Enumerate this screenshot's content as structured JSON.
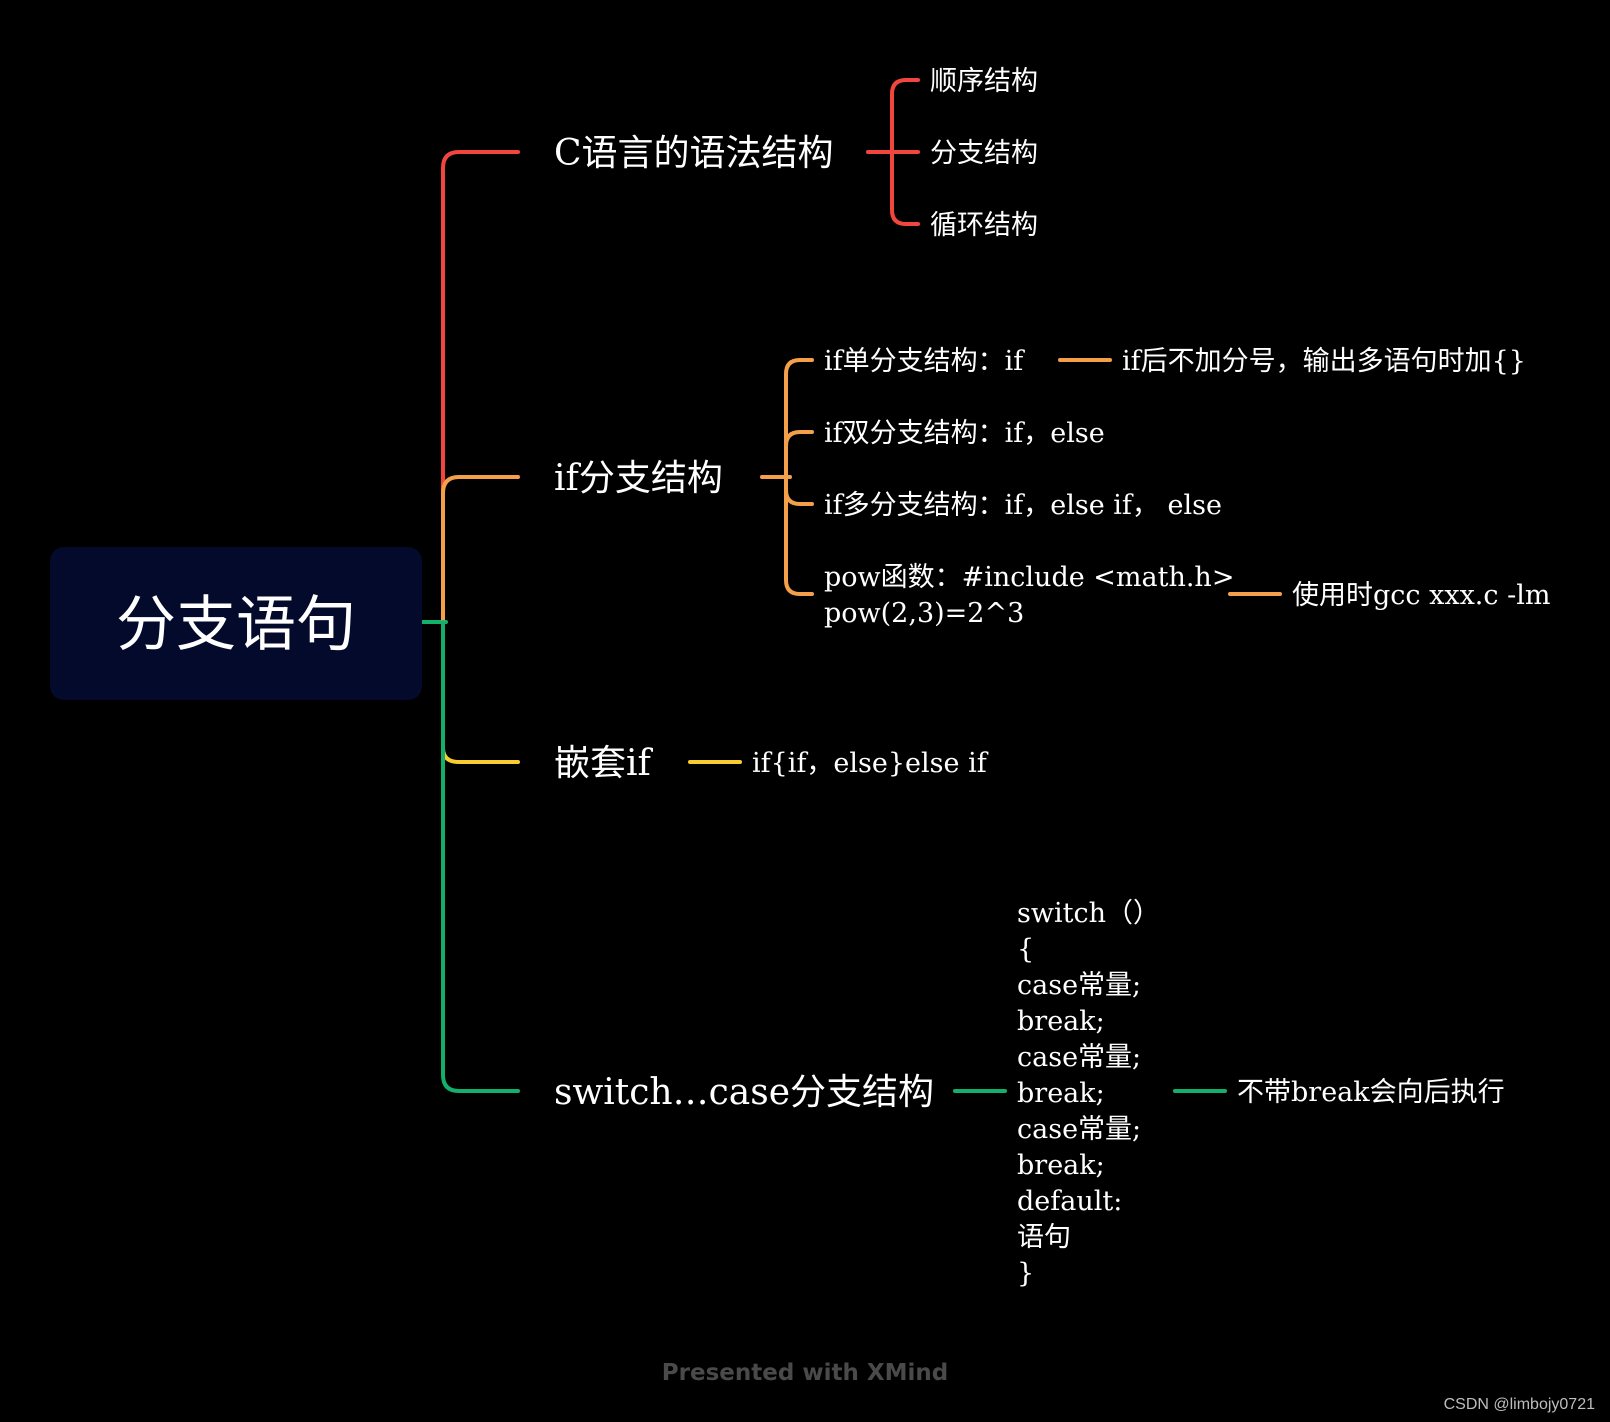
{
  "colors": {
    "background": "#000000",
    "root_fill": "#040a2c",
    "red": "#f2453d",
    "orange": "#f4a04a",
    "yellow": "#f7cd2f",
    "green": "#12b06b"
  },
  "root": {
    "label": "分支语句"
  },
  "branches": [
    {
      "label": "C语言的语法结构",
      "children": [
        {
          "label": "顺序结构"
        },
        {
          "label": "分支结构"
        },
        {
          "label": "循环结构"
        }
      ]
    },
    {
      "label": "if分支结构",
      "children": [
        {
          "label": "if单分支结构：if",
          "note": "if后不加分号，输出多语句时加{}"
        },
        {
          "label": "if双分支结构：if，else"
        },
        {
          "label": "if多分支结构：if，else if， else"
        },
        {
          "lines": [
            "pow函数：#include <math.h>",
            "pow(2,3)=2^3"
          ],
          "note": "使用时gcc xxx.c -lm"
        }
      ]
    },
    {
      "label": "嵌套if",
      "children": [
        {
          "label": "if{if，else}else if"
        }
      ]
    },
    {
      "label": "switch…case分支结构",
      "code_lines": [
        "switch（）",
        "{",
        "case常量;",
        "break;",
        "case常量;",
        "break;",
        "case常量;",
        "break;",
        "default:",
        "语句",
        "}"
      ],
      "note": "不带break会向后执行"
    }
  ],
  "footer": {
    "text": "Presented with XMind"
  },
  "watermark": {
    "text": "CSDN @limbojy0721"
  }
}
